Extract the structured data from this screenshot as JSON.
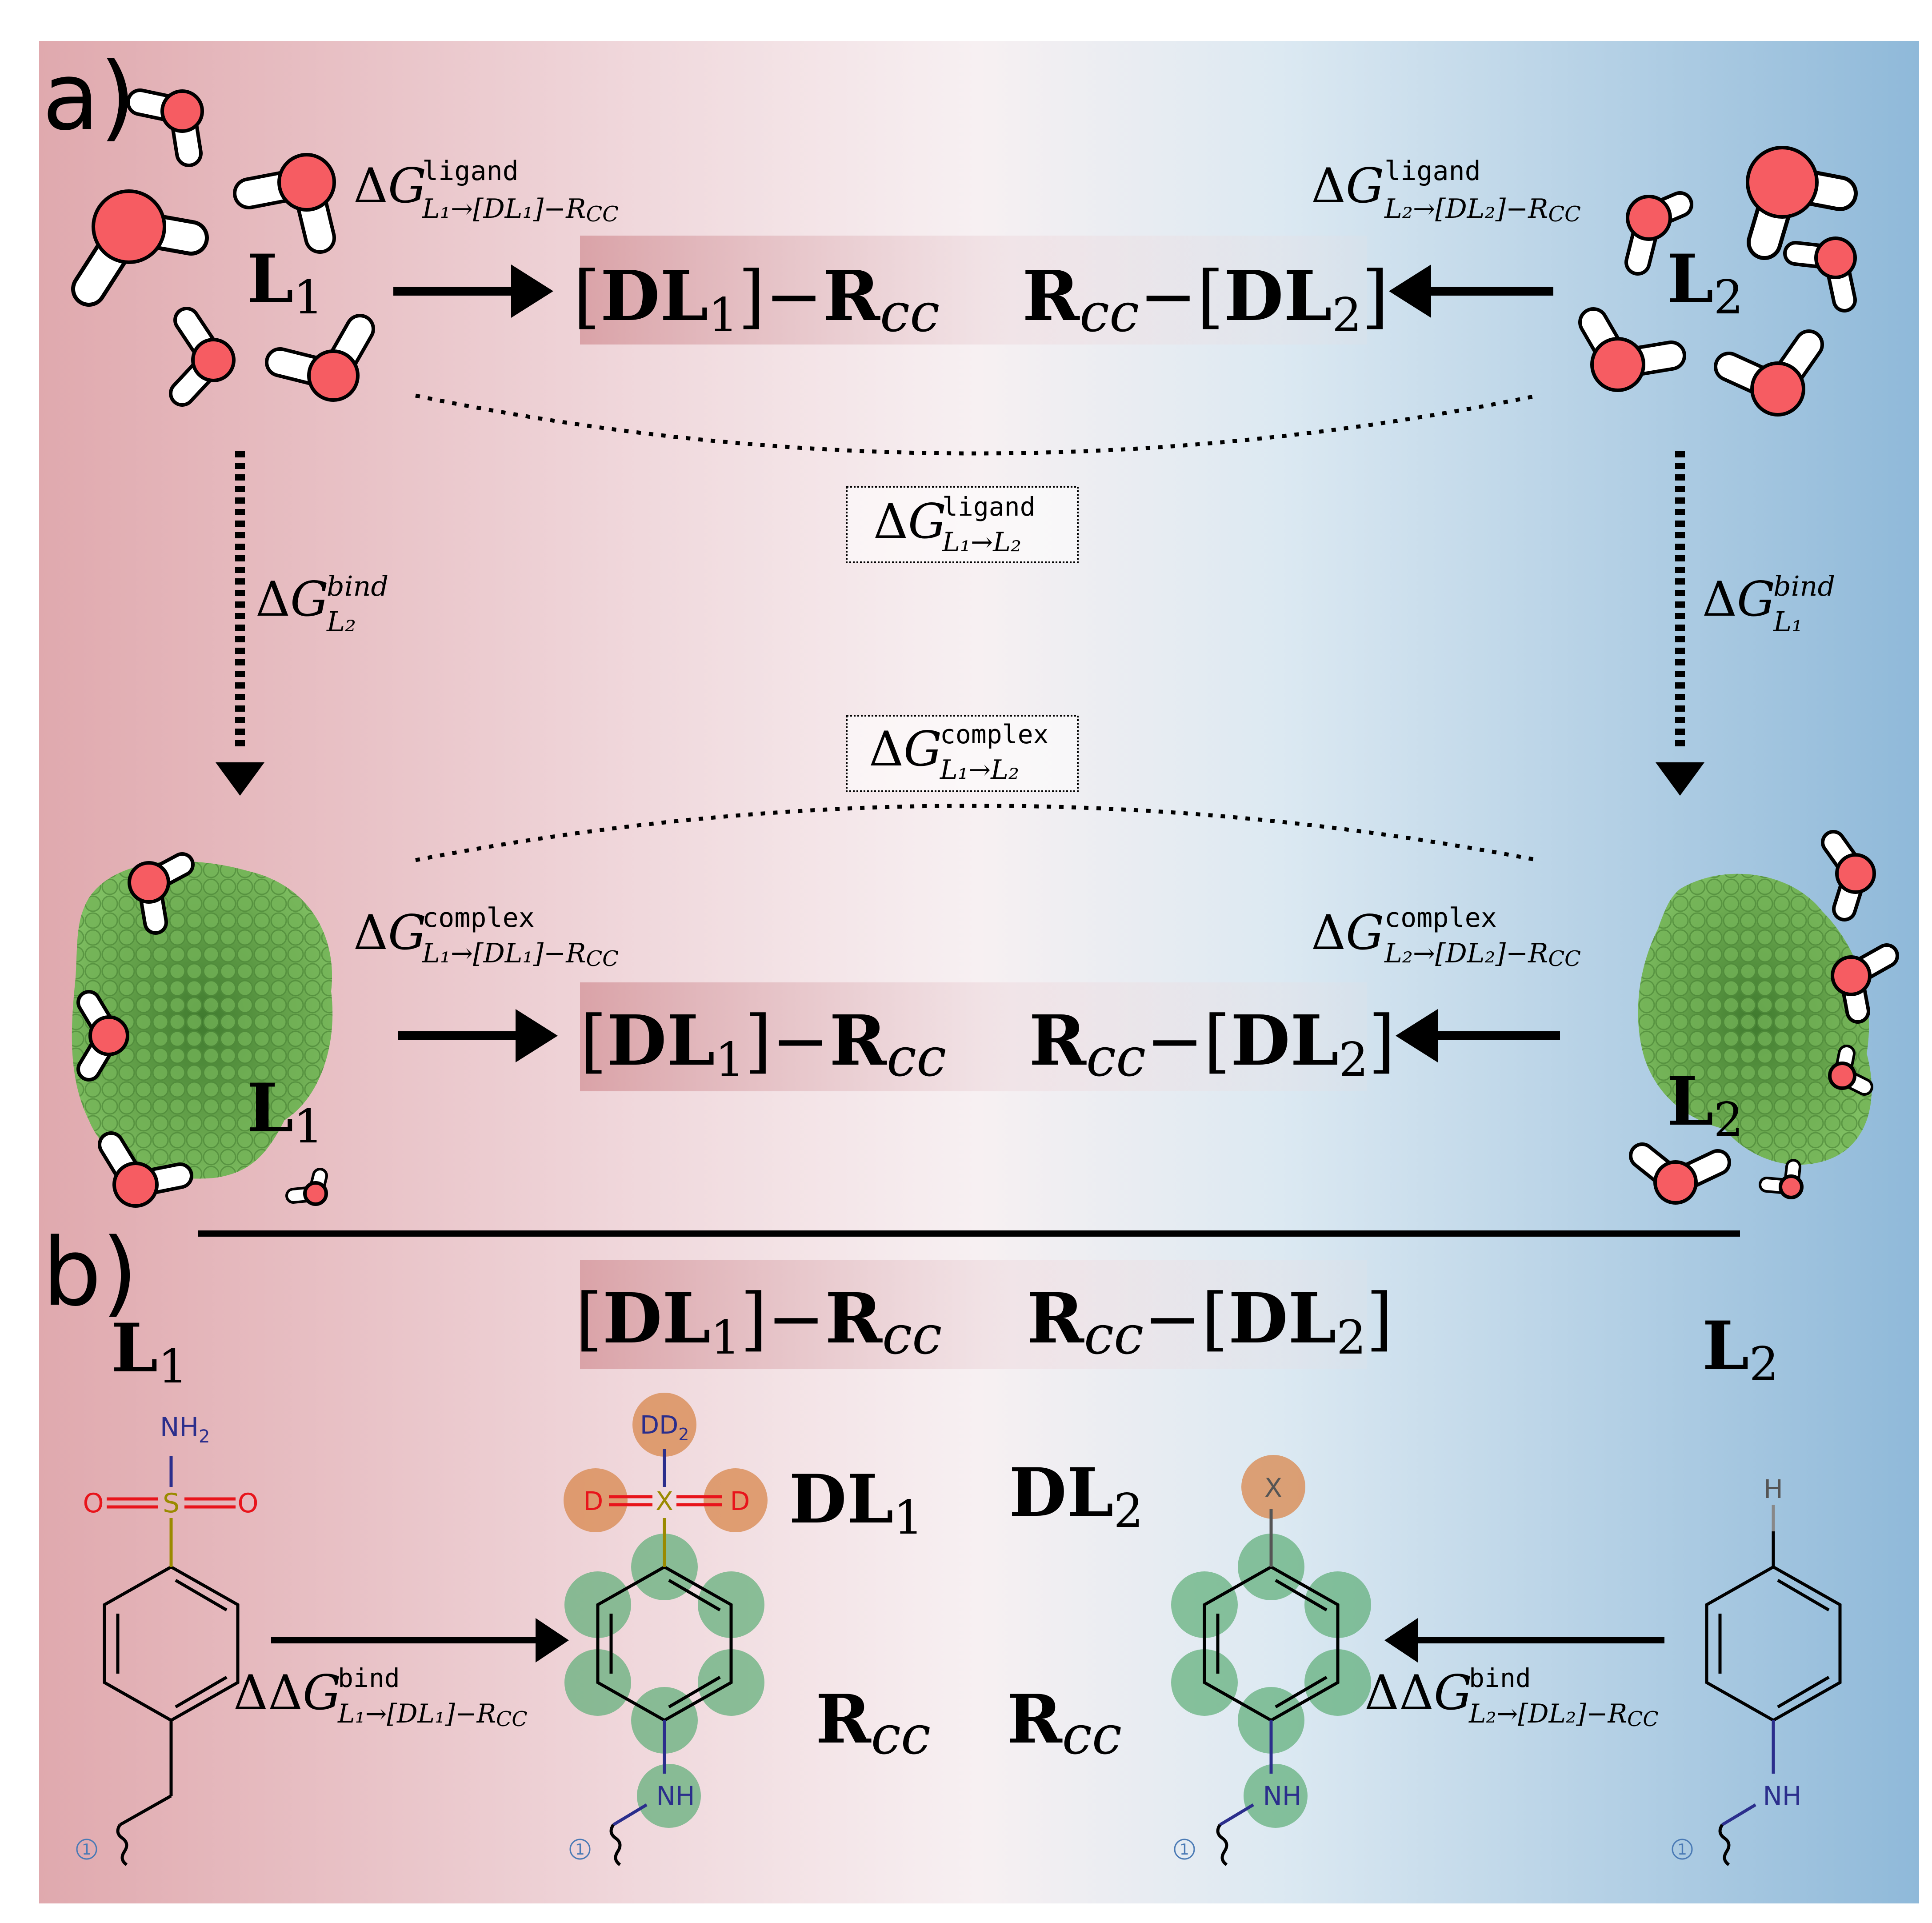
{
  "panel_labels": {
    "a": "a)",
    "b": "b)"
  },
  "colors": {
    "left_gradient": "#e0a9ae",
    "mid_gradient": "#f7f0f2",
    "right_gradient": "#8fb9d9",
    "water_oxygen": "#f65c62",
    "protein": "#6aa84f",
    "nitrogen": "#2b2e8c",
    "oxygen_red": "#e8141b",
    "sulfur": "#9a8a00",
    "dummy_orange": "#d98c55",
    "pharm_green": "#5fae78"
  },
  "ligands": {
    "L1": {
      "letter": "L",
      "sub": "1"
    },
    "L2": {
      "letter": "L",
      "sub": "2"
    }
  },
  "hybrid": {
    "bracket_open": "[",
    "bracket_close": "]",
    "DL": "DL",
    "sub1": "1",
    "sub2": "2",
    "R": "R",
    "cc": "cc",
    "dash": "−"
  },
  "free_energy": {
    "delta": "Δ",
    "G": "G",
    "ligand_sup": "ligand",
    "complex_sup": "complex",
    "bind_sup_italic": "bind",
    "bind_sup_mono": "bind",
    "sub_L1_to_DL1": "L₁→[DL₁]−R",
    "sub_L2_to_DL2": "L₂→[DL₂]−R",
    "sub_CC": "CC",
    "sub_L1_to_L2": "L₁→L₂",
    "sub_L1": "L₁",
    "sub_L2": "L₂",
    "ddg": "ΔΔ"
  },
  "panel_b": {
    "DL1": "DL",
    "DL2": "DL",
    "R": "R",
    "cc": "cc",
    "atoms": {
      "NH2": "NH",
      "NH2_sub": "2",
      "O": "O",
      "S": "S",
      "D": "D",
      "X": "X",
      "DD2": "DD",
      "DD2_sub": "2",
      "NH": "NH",
      "H": "H",
      "attach": "1"
    }
  }
}
